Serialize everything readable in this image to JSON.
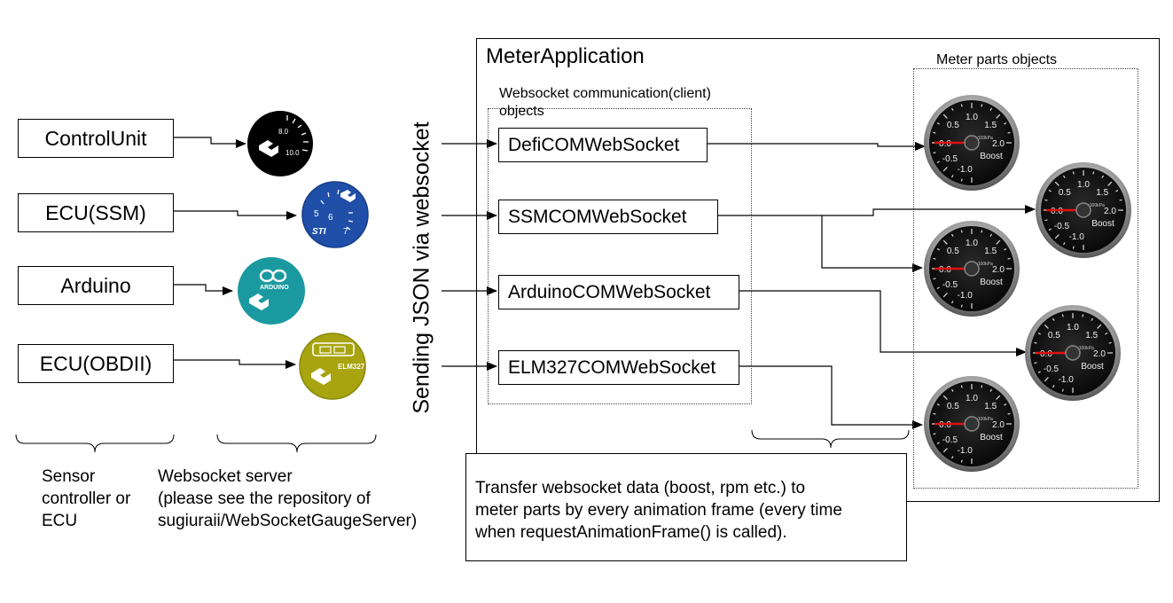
{
  "sources": [
    "ControlUnit",
    "ECU(SSM)",
    "Arduino",
    "ECU(OBDII)"
  ],
  "app": {
    "title": "MeterApplication",
    "ws_group_label_line1": "Websocket communication(client)",
    "ws_group_label_line2": "objects",
    "parts_group_label": "Meter parts objects",
    "ws_objects": [
      "DefiCOMWebSocket",
      "SSMCOMWebSocket",
      "ArduinoCOMWebSocket",
      "ELM327COMWebSocket"
    ]
  },
  "vertical_label": "Sending JSON via websocket",
  "captions": {
    "sensor_line1": "Sensor",
    "sensor_line2": "controller or",
    "sensor_line3": "ECU",
    "server_line1": "Websocket server",
    "server_line2": "(please see the repository of",
    "server_line3": "sugiuraii/WebSocketGaugeServer)"
  },
  "note": {
    "line1": "Transfer websocket data (boost, rpm etc.) to",
    "line2": "meter parts by every animation frame (every time",
    "line3": "when requestAnimationFrame() is called)."
  },
  "server_icons": {
    "defi": {
      "color": "#000000",
      "label_top": "8.0",
      "label_bottom": "10.0"
    },
    "ssm": {
      "color": "#1f4fa8",
      "ticks": [
        "5",
        "6",
        "7"
      ],
      "brand": "STI"
    },
    "arduino": {
      "color": "#1a9aa0",
      "brand": "ARDUINO"
    },
    "elm": {
      "color": "#a8a410",
      "brand": "ELM327"
    }
  },
  "gauge": {
    "ticks": [
      "-1.0",
      "-0.5",
      "0.0",
      "0.5",
      "1.0",
      "1.5",
      "2.0"
    ],
    "unit": "x100kPa",
    "title": "Boost"
  }
}
